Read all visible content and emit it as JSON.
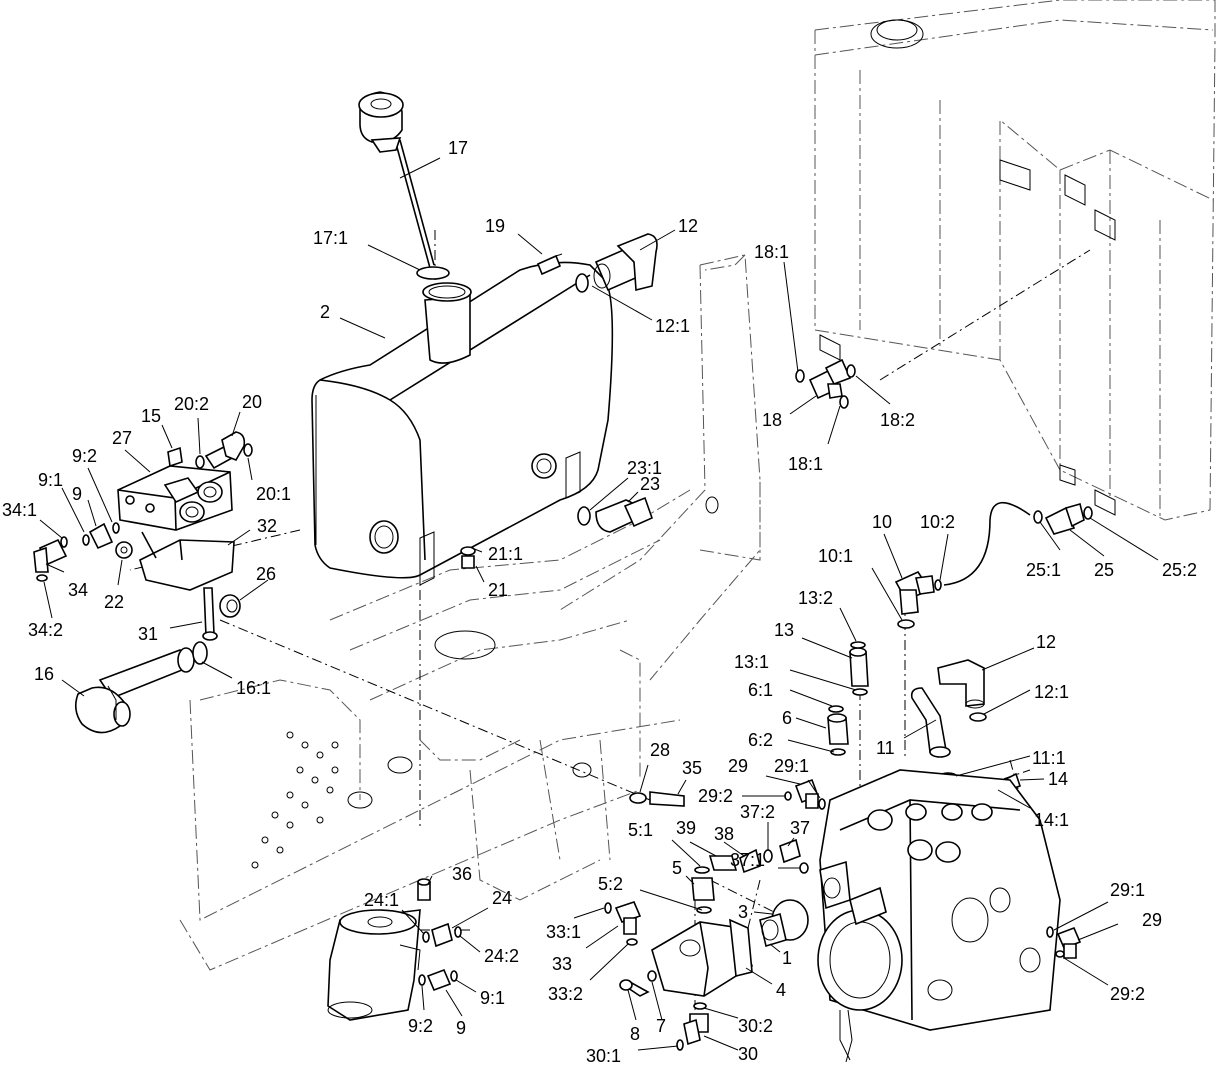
{
  "labels": [
    {
      "id": "17",
      "text": "17"
    },
    {
      "id": "17-1",
      "text": "17:1"
    },
    {
      "id": "19",
      "text": "19"
    },
    {
      "id": "12-top",
      "text": "12"
    },
    {
      "id": "12-1-top",
      "text": "12:1"
    },
    {
      "id": "2",
      "text": "2"
    },
    {
      "id": "20-2",
      "text": "20:2"
    },
    {
      "id": "20",
      "text": "20"
    },
    {
      "id": "15",
      "text": "15"
    },
    {
      "id": "27",
      "text": "27"
    },
    {
      "id": "9-2-top",
      "text": "9:2"
    },
    {
      "id": "20-1",
      "text": "20:1"
    },
    {
      "id": "9-1-top",
      "text": "9:1"
    },
    {
      "id": "9-top",
      "text": "9"
    },
    {
      "id": "34-1",
      "text": "34:1"
    },
    {
      "id": "32",
      "text": "32"
    },
    {
      "id": "34",
      "text": "34"
    },
    {
      "id": "22",
      "text": "22"
    },
    {
      "id": "34-2",
      "text": "34:2"
    },
    {
      "id": "26",
      "text": "26"
    },
    {
      "id": "31",
      "text": "31"
    },
    {
      "id": "16",
      "text": "16"
    },
    {
      "id": "16-1",
      "text": "16:1"
    },
    {
      "id": "23-1",
      "text": "23:1"
    },
    {
      "id": "23",
      "text": "23"
    },
    {
      "id": "21-1",
      "text": "21:1"
    },
    {
      "id": "21",
      "text": "21"
    },
    {
      "id": "18-1-top",
      "text": "18:1"
    },
    {
      "id": "18",
      "text": "18"
    },
    {
      "id": "18-2",
      "text": "18:2"
    },
    {
      "id": "18-1-bottom",
      "text": "18:1"
    },
    {
      "id": "10",
      "text": "10"
    },
    {
      "id": "10-2",
      "text": "10:2"
    },
    {
      "id": "10-1",
      "text": "10:1"
    },
    {
      "id": "25-1",
      "text": "25:1"
    },
    {
      "id": "25",
      "text": "25"
    },
    {
      "id": "25-2",
      "text": "25:2"
    },
    {
      "id": "13-2",
      "text": "13:2"
    },
    {
      "id": "13",
      "text": "13"
    },
    {
      "id": "13-1",
      "text": "13:1"
    },
    {
      "id": "12-right",
      "text": "12"
    },
    {
      "id": "12-1-right",
      "text": "12:1"
    },
    {
      "id": "6-1",
      "text": "6:1"
    },
    {
      "id": "6",
      "text": "6"
    },
    {
      "id": "6-2",
      "text": "6:2"
    },
    {
      "id": "11",
      "text": "11"
    },
    {
      "id": "11-1",
      "text": "11:1"
    },
    {
      "id": "14",
      "text": "14"
    },
    {
      "id": "14-1",
      "text": "14:1"
    },
    {
      "id": "28",
      "text": "28"
    },
    {
      "id": "35",
      "text": "35"
    },
    {
      "id": "29-top",
      "text": "29"
    },
    {
      "id": "29-1-top",
      "text": "29:1"
    },
    {
      "id": "29-2-top",
      "text": "29:2"
    },
    {
      "id": "37-2",
      "text": "37:2"
    },
    {
      "id": "37",
      "text": "37"
    },
    {
      "id": "38",
      "text": "38"
    },
    {
      "id": "39",
      "text": "39"
    },
    {
      "id": "5-1",
      "text": "5:1"
    },
    {
      "id": "37-1",
      "text": "37:1"
    },
    {
      "id": "5",
      "text": "5"
    },
    {
      "id": "5-2",
      "text": "5:2"
    },
    {
      "id": "3",
      "text": "3"
    },
    {
      "id": "1",
      "text": "1"
    },
    {
      "id": "36",
      "text": "36"
    },
    {
      "id": "24-1",
      "text": "24:1"
    },
    {
      "id": "24",
      "text": "24"
    },
    {
      "id": "24-2",
      "text": "24:2"
    },
    {
      "id": "33-1",
      "text": "33:1"
    },
    {
      "id": "33",
      "text": "33"
    },
    {
      "id": "33-2",
      "text": "33:2"
    },
    {
      "id": "4",
      "text": "4"
    },
    {
      "id": "9-1-bottom",
      "text": "9:1"
    },
    {
      "id": "9-2-bottom",
      "text": "9:2"
    },
    {
      "id": "9-bottom",
      "text": "9"
    },
    {
      "id": "8",
      "text": "8"
    },
    {
      "id": "7",
      "text": "7"
    },
    {
      "id": "30-2",
      "text": "30:2"
    },
    {
      "id": "30-1",
      "text": "30:1"
    },
    {
      "id": "30",
      "text": "30"
    },
    {
      "id": "29-right",
      "text": "29"
    },
    {
      "id": "29-1-right",
      "text": "29:1"
    },
    {
      "id": "29-2-right",
      "text": "29:2"
    }
  ]
}
